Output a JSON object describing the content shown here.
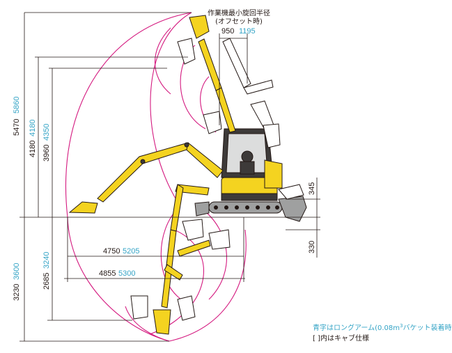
{
  "note": {
    "title_line1": "作業機最小旋回半径",
    "title_line2": "(オフセット時)",
    "radius_standard": "950",
    "radius_long": "1195"
  },
  "dimensions": {
    "height_max": {
      "standard": "5470",
      "long": "5860"
    },
    "dump_height": {
      "standard": "4180",
      "long": "4180"
    },
    "dump_height_2": {
      "standard": "3960",
      "long": "4350"
    },
    "depth_max": {
      "standard": "3230",
      "long": "3600"
    },
    "depth_vertical": {
      "standard": "2685",
      "long": "3240"
    },
    "reach_ground": {
      "standard": "4750",
      "long": "5205"
    },
    "reach_max": {
      "standard": "4855",
      "long": "5300"
    },
    "blade_up": "345",
    "blade_down": "330"
  },
  "legend": {
    "line1_prefix": "青字はロングアーム",
    "line1_paren_open": "(0.08m",
    "line1_sup": "3",
    "line1_suffix": "バケット装着時)",
    "line2": "[    ]内はキャブ仕様"
  },
  "colors": {
    "dimension_text": "#231815",
    "long_arm_text": "#35a4c6",
    "envelope": "#d4197f",
    "machine": "#f4d320"
  }
}
